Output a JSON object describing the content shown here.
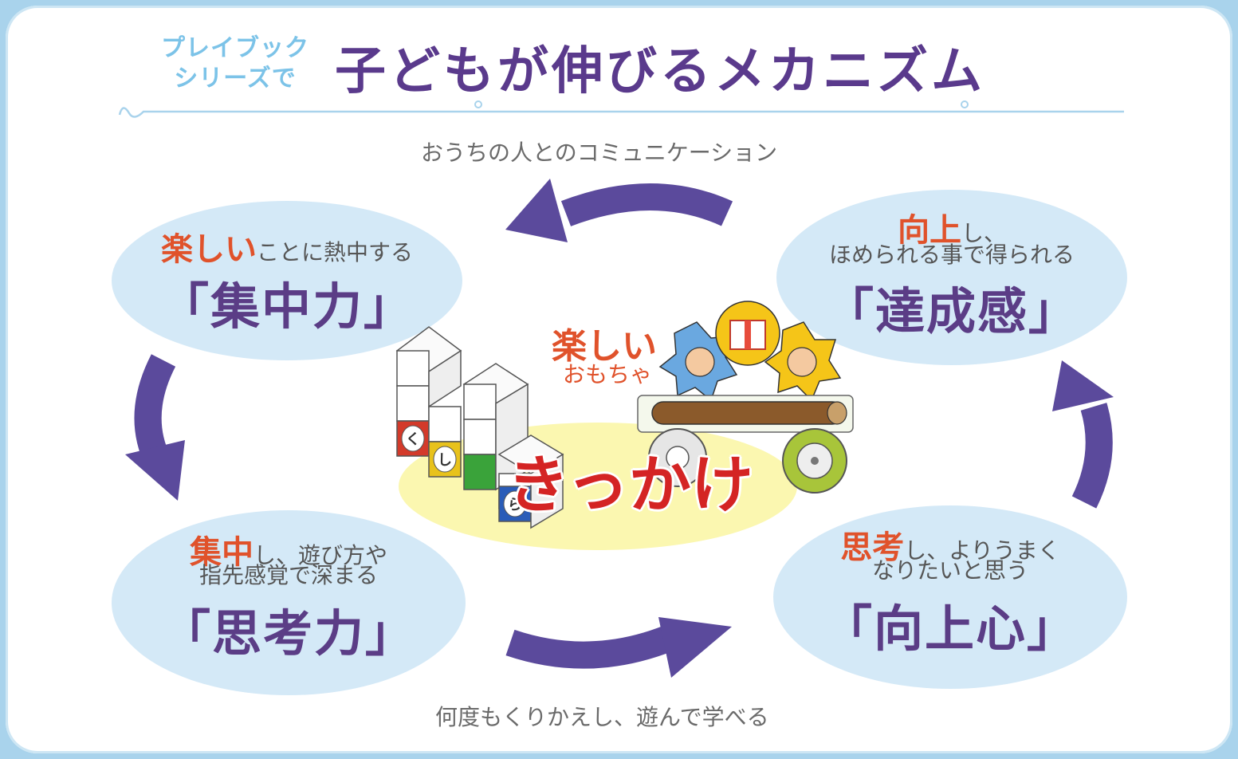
{
  "header": {
    "series_line1": "プレイブック",
    "series_line2": "シリーズで",
    "title": "子どもが伸びるメカニズム"
  },
  "captions": {
    "top": "おうちの人とのコミュニケーション",
    "bottom": "何度もくりかえし、遊んで学べる"
  },
  "nodes": {
    "top_left": {
      "highlight": "楽しい",
      "desc": "ことに熱中する",
      "title": "「集中力」"
    },
    "top_right": {
      "highlight": "向上",
      "desc1": "し、",
      "desc2": "ほめられる事で得られる",
      "title": "「達成感」"
    },
    "bottom_left": {
      "highlight": "集中",
      "desc1": "し、遊び方や",
      "desc2": "指先感覚で深まる",
      "title": "「思考力」"
    },
    "bottom_right": {
      "highlight": "思考",
      "desc1": "し、よりうまく",
      "desc2": "なりたいと思う",
      "title": "「向上心」"
    }
  },
  "center": {
    "label": "楽しい",
    "sublabel": "おもちゃ",
    "trigger": "きっかけ",
    "block_letters": [
      "く",
      "し",
      "ら"
    ]
  },
  "colors": {
    "arrow": "#5b4a9c",
    "bubble": "#d4e9f7",
    "highlight": "#e0522b",
    "title": "#5a3a8c",
    "trigger": "#d42424"
  }
}
